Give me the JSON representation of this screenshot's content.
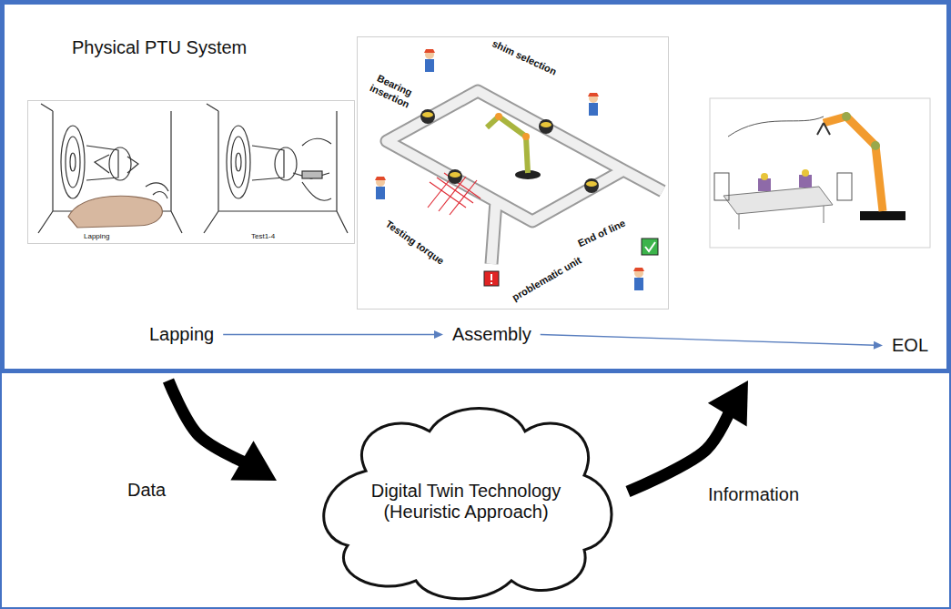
{
  "diagram": {
    "nodes": [
      {
        "text": [
          "Physical PTU System"
        ]
      },
      {
        "text": [
          "Lapping",
          "Test1-4"
        ],
        "in": 0
      },
      {
        "text": [
          "shim selection",
          "Bearing insertion",
          "Testing torque",
          "End of line",
          "problematic unit"
        ],
        "in": 0
      },
      {
        "text": [
          "Lapping"
        ],
        "in": 0
      },
      {
        "text": [
          "Assembly"
        ],
        "in": 0
      },
      {
        "text": [
          "EOL"
        ],
        "in": 0
      },
      {
        "text": [
          "Digital Twin Technology (Heuristic Approach)"
        ]
      }
    ],
    "edges": [
      {
        "from": 3,
        "to": 4,
        "arrow": "to"
      },
      {
        "from": 4,
        "to": 5,
        "arrow": "to"
      },
      {
        "from": 0,
        "to": 6,
        "label": "Data",
        "arrow": "to"
      },
      {
        "from": 6,
        "to": 0,
        "label": "Information",
        "arrow": "to"
      }
    ]
  }
}
